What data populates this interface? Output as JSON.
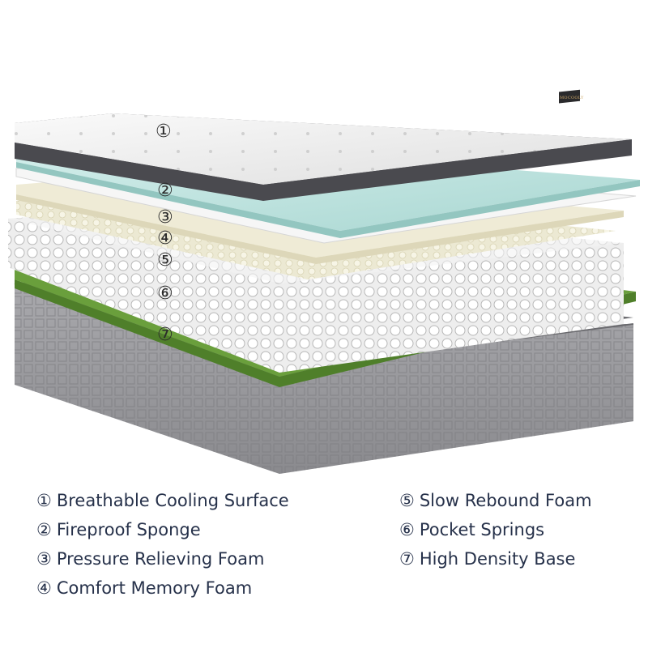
{
  "brand_label": "MOCOOLY",
  "markers": [
    "①",
    "②",
    "③",
    "④",
    "⑤",
    "⑥",
    "⑦"
  ],
  "legend": [
    {
      "num": "①",
      "label": "Breathable Cooling Surface"
    },
    {
      "num": "②",
      "label": "Fireproof Sponge"
    },
    {
      "num": "③",
      "label": "Pressure Relieving Foam"
    },
    {
      "num": "④",
      "label": "Comfort Memory Foam"
    },
    {
      "num": "⑤",
      "label": "Slow Rebound Foam"
    },
    {
      "num": "⑥",
      "label": "Pocket Springs"
    },
    {
      "num": "⑦",
      "label": "High Density Base"
    }
  ],
  "colors": {
    "top_fabric": "#f1f1f1",
    "top_border": "#4a4a4f",
    "sponge": "#bfe3df",
    "white_sheet": "#f4f4f4",
    "cream_foam": "#efebd6",
    "egg_foam": "#e9e6cf",
    "springs": "#e6e6e6",
    "green_layer": "#6a9f3c",
    "base_top": "#6c6c70",
    "base_side": "#9d9da1",
    "text": "#26314a"
  }
}
